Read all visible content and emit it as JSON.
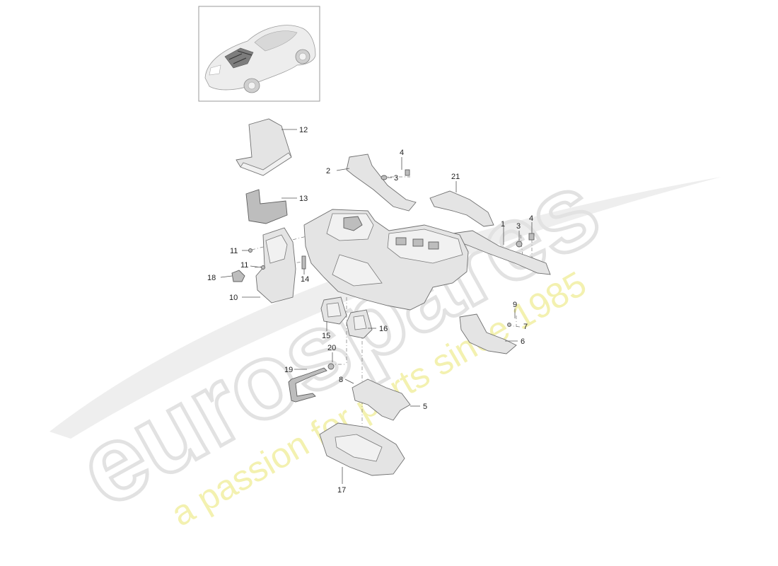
{
  "watermark": {
    "brand": "eurospares",
    "tagline": "a passion for parts since 1985"
  },
  "callouts": [
    {
      "id": "12",
      "label": "12"
    },
    {
      "id": "4a",
      "label": "4"
    },
    {
      "id": "2",
      "label": "2"
    },
    {
      "id": "3a",
      "label": "3"
    },
    {
      "id": "13",
      "label": "13"
    },
    {
      "id": "21",
      "label": "21"
    },
    {
      "id": "1",
      "label": "1"
    },
    {
      "id": "3b",
      "label": "3"
    },
    {
      "id": "4b",
      "label": "4"
    },
    {
      "id": "11a",
      "label": "11"
    },
    {
      "id": "11b",
      "label": "11"
    },
    {
      "id": "18",
      "label": "18"
    },
    {
      "id": "14",
      "label": "14"
    },
    {
      "id": "10",
      "label": "10"
    },
    {
      "id": "9",
      "label": "9"
    },
    {
      "id": "7",
      "label": "7"
    },
    {
      "id": "15",
      "label": "15"
    },
    {
      "id": "16",
      "label": "16"
    },
    {
      "id": "6",
      "label": "6"
    },
    {
      "id": "20",
      "label": "20"
    },
    {
      "id": "19",
      "label": "19"
    },
    {
      "id": "8",
      "label": "8"
    },
    {
      "id": "5",
      "label": "5"
    },
    {
      "id": "17",
      "label": "17"
    }
  ],
  "colors": {
    "watermark_grey": "#e6e6e6",
    "watermark_yellow": "#f2f0a8",
    "line": "#555555"
  }
}
